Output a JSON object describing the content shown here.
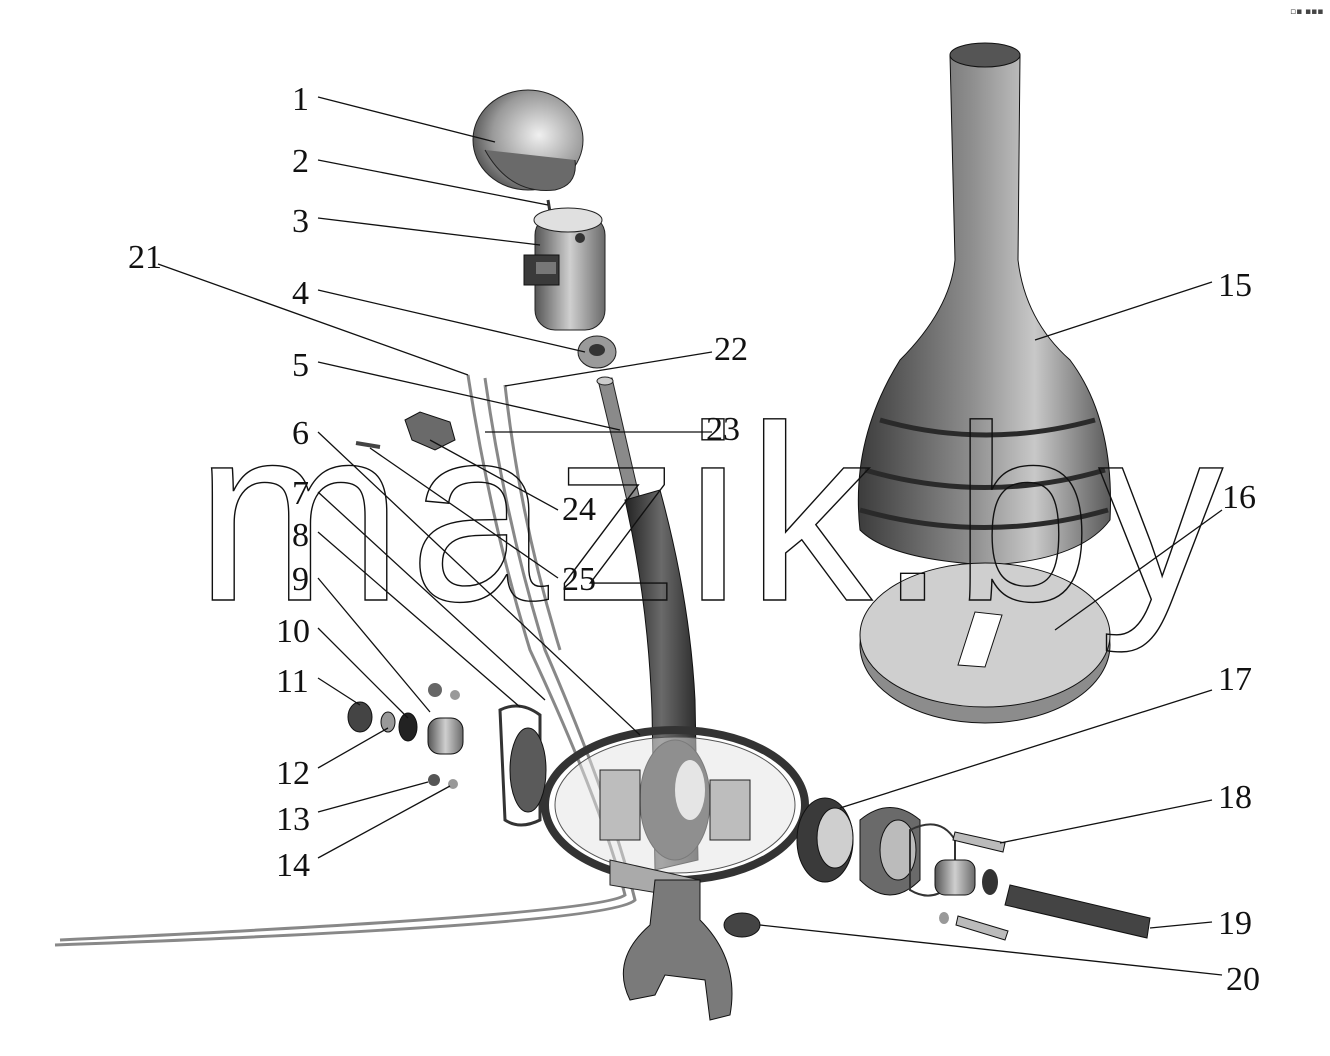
{
  "watermark": "mazik.by",
  "corner_mark": "▫▪ ▪▪▪",
  "callouts": [
    {
      "id": "1",
      "label": "1"
    },
    {
      "id": "2",
      "label": "2"
    },
    {
      "id": "3",
      "label": "3"
    },
    {
      "id": "4",
      "label": "4"
    },
    {
      "id": "5",
      "label": "5"
    },
    {
      "id": "6",
      "label": "6"
    },
    {
      "id": "7",
      "label": "7"
    },
    {
      "id": "8",
      "label": "8"
    },
    {
      "id": "9",
      "label": "9"
    },
    {
      "id": "10",
      "label": "10"
    },
    {
      "id": "11",
      "label": "11"
    },
    {
      "id": "12",
      "label": "12"
    },
    {
      "id": "13",
      "label": "13"
    },
    {
      "id": "14",
      "label": "14"
    },
    {
      "id": "15",
      "label": "15"
    },
    {
      "id": "16",
      "label": "16"
    },
    {
      "id": "17",
      "label": "17"
    },
    {
      "id": "18",
      "label": "18"
    },
    {
      "id": "19",
      "label": "19"
    },
    {
      "id": "20",
      "label": "20"
    },
    {
      "id": "21",
      "label": "21"
    },
    {
      "id": "22",
      "label": "22"
    },
    {
      "id": "23",
      "label": "23"
    },
    {
      "id": "24",
      "label": "24"
    },
    {
      "id": "25",
      "label": "25"
    }
  ],
  "colors": {
    "part_light": "#d9d9d9",
    "part_mid": "#9e9e9e",
    "part_dark": "#4a4a4a",
    "line": "#111111"
  }
}
